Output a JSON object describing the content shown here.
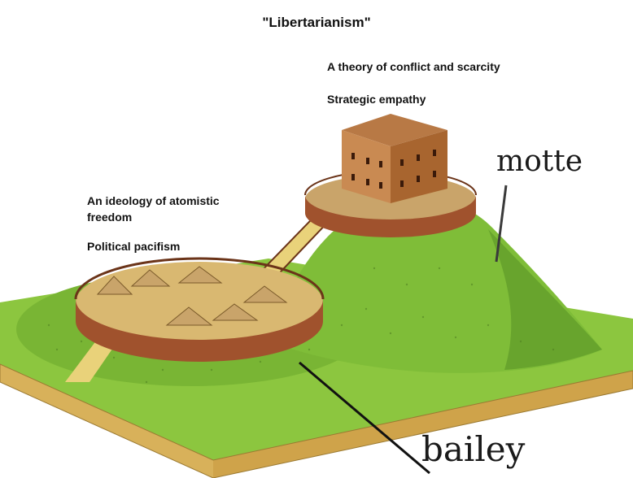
{
  "title": "\"Libertarianism\"",
  "motte_claims": [
    "A theory of conflict and scarcity",
    "Strategic empathy"
  ],
  "bailey_claims": [
    "An ideology of atomistic freedom",
    "Political pacifism"
  ],
  "motte_label": "motte",
  "bailey_label": "bailey",
  "colors": {
    "grass": "#8cc63f",
    "grass_dark": "#5e9a2a",
    "ground_edge": "#d8b15a",
    "wood": "#a0522d",
    "wood_dark": "#6b3419",
    "thatch": "#c9a46a",
    "path": "#e9d27a",
    "text": "#111111"
  }
}
